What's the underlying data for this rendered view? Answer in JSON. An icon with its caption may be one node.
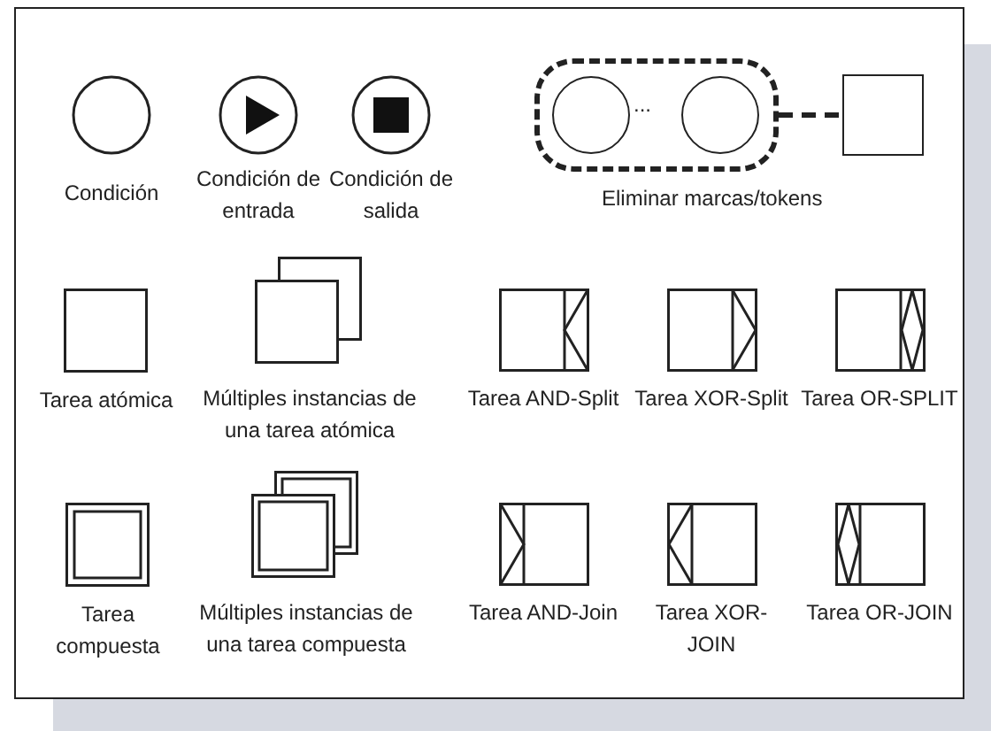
{
  "diagram": {
    "nodes": [
      {
        "text": [
          "Condición"
        ]
      },
      {
        "text": [
          "Condición de entrada"
        ]
      },
      {
        "text": [
          "Condición de salida"
        ]
      },
      {
        "text": [],
        "shape": "box"
      },
      {
        "text": [],
        "shape": "circle",
        "in": 3
      },
      {
        "text": [],
        "shape": "circle",
        "in": 3
      },
      {
        "text": [],
        "shape": "box"
      },
      {
        "text": [
          "Tarea atómica"
        ]
      },
      {
        "text": [
          "Múltiples instancias de una tarea atómica"
        ]
      },
      {
        "text": [
          "Tarea AND-Split"
        ]
      },
      {
        "text": [
          "Tarea XOR-Split"
        ]
      },
      {
        "text": [
          "Tarea OR-SPLIT"
        ]
      },
      {
        "text": [
          "Tarea compuesta"
        ]
      },
      {
        "text": [
          "Múltiples instancias de una tarea compuesta"
        ]
      },
      {
        "text": [
          "Tarea AND-Join"
        ]
      },
      {
        "text": [
          "Tarea XOR-JOIN"
        ]
      },
      {
        "text": [
          "Tarea OR-JOIN"
        ]
      }
    ],
    "edges": [
      {
        "from": 3,
        "to": 6,
        "arrow": "none",
        "style": "dashed"
      }
    ],
    "labels": [
      "...",
      "Eliminar marcas/tokens"
    ]
  }
}
